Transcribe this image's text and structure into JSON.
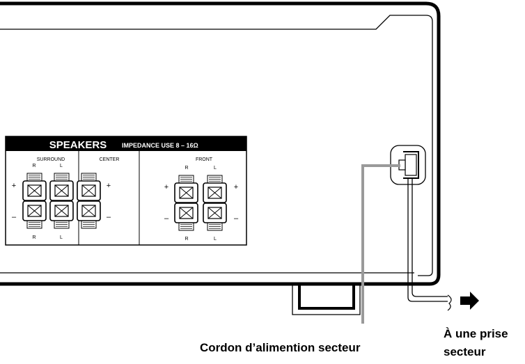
{
  "panel": {
    "title": "SPEAKERS",
    "impedance": "IMPEDANCE USE 8 – 16Ω",
    "surround_label": "SURROUND",
    "center_label": "CENTER",
    "front_label": "FRONT",
    "r": "R",
    "l": "L",
    "plus": "+",
    "minus": "–"
  },
  "callouts": {
    "power_cord": "Cordon d’alimention secteur",
    "outlet_line1": "À une prise",
    "outlet_line2": "secteur"
  }
}
